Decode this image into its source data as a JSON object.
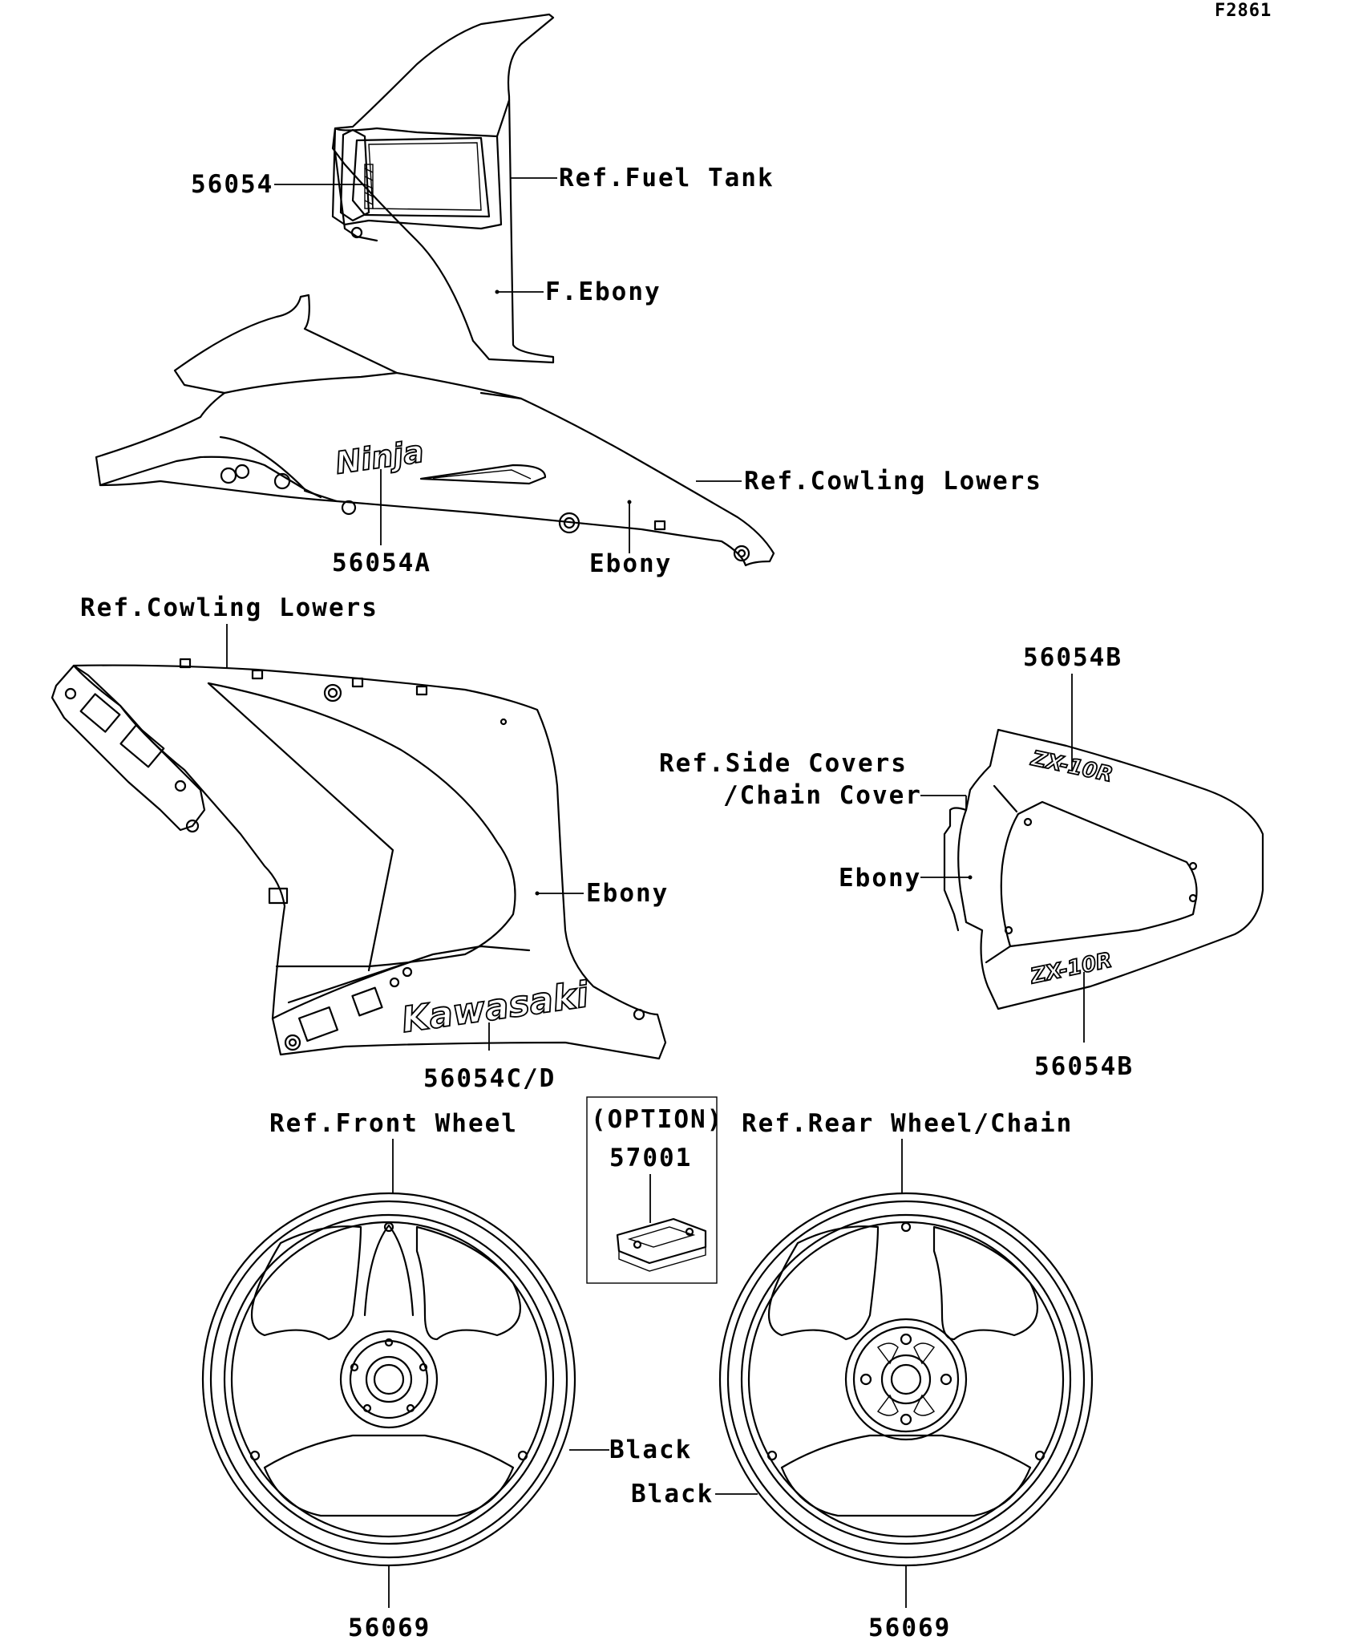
{
  "figure_code": "F2861",
  "callouts": {
    "fuel_tank_decal": "56054",
    "fuel_tank_ref": "Ref.Fuel Tank",
    "fuel_tank_color": "F.Ebony",
    "upper_cowl_decal": "56054A",
    "upper_cowl_ref": "Ref.Cowling Lowers",
    "upper_cowl_color": "Ebony",
    "lower_cowl_ref": "Ref.Cowling Lowers",
    "lower_cowl_color": "Ebony",
    "lower_cowl_decal": "56054C/D",
    "side_cover_decal_top": "56054B",
    "side_cover_ref_line1": "Ref.Side Covers",
    "side_cover_ref_line2": "/Chain Cover",
    "side_cover_color": "Ebony",
    "side_cover_decal_bottom": "56054B",
    "option_label": "(OPTION)",
    "option_part": "57001",
    "front_wheel_ref": "Ref.Front Wheel",
    "front_wheel_color": "Black",
    "front_wheel_decal": "56069",
    "rear_wheel_ref": "Ref.Rear Wheel/Chain",
    "rear_wheel_color": "Black",
    "rear_wheel_decal": "56069"
  },
  "decal_logos": {
    "ninja": "Ninja",
    "kawasaki": "Kawasaki",
    "zx10r": "ZX-10R"
  }
}
